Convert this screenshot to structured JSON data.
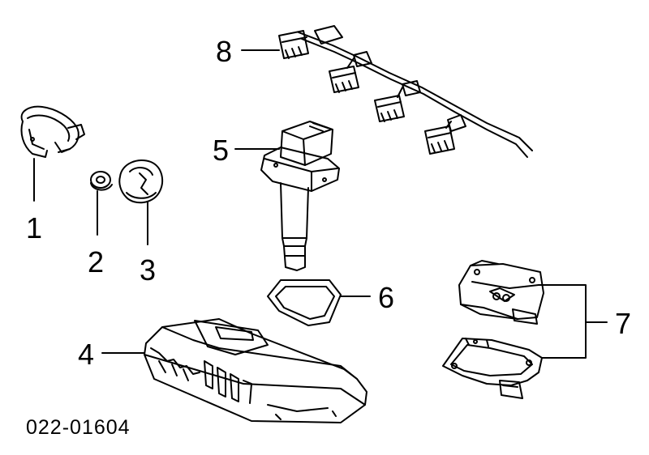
{
  "callouts": {
    "c1": "1",
    "c2": "2",
    "c3": "3",
    "c4": "4",
    "c5": "5",
    "c6": "6",
    "c7": "7",
    "c8": "8"
  },
  "diagram_code": "022-01604"
}
